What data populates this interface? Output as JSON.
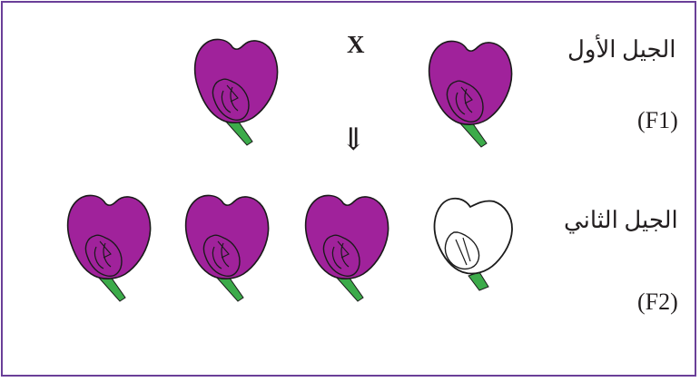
{
  "diagram": {
    "labels": {
      "gen1_name": "الجيل الأول",
      "gen1_code": "(F1)",
      "gen2_name": "الجيل الثاني",
      "gen2_code": "(F2)",
      "cross_symbol": "X",
      "arrow_symbol": "⇓"
    },
    "colors": {
      "frame": "#6a3f98",
      "petal_purple": "#a0229b",
      "petal_white": "#ffffff",
      "stem": "#3cab4a",
      "outline": "#1a1a1a"
    },
    "generations": [
      {
        "name": "F1",
        "flowers": [
          "purple",
          "purple"
        ]
      },
      {
        "name": "F2",
        "flowers": [
          "white",
          "purple",
          "purple",
          "purple"
        ]
      }
    ]
  }
}
